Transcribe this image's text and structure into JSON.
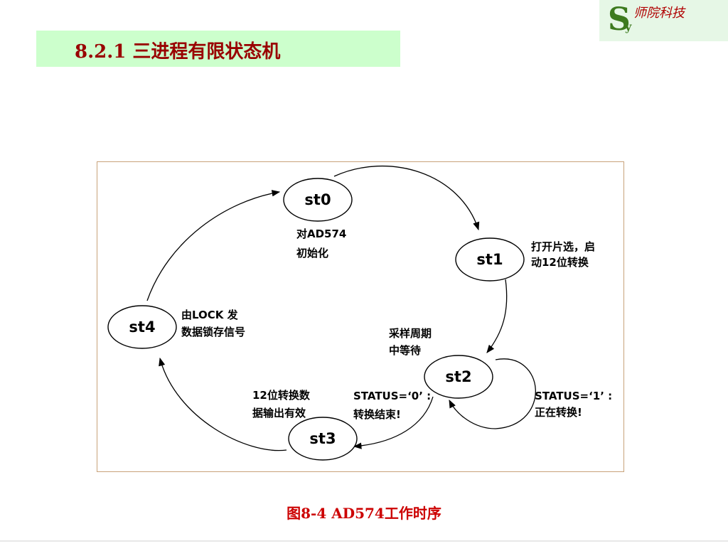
{
  "logo": {
    "letter_s": "S",
    "letter_y": "y",
    "text": "师院科技",
    "color": "#3d7a1e",
    "text_color": "#b00000"
  },
  "title": {
    "text": "8.2.1  三进程有限状态机",
    "band_color": "#ccffcc",
    "text_color": "#990000"
  },
  "diagram": {
    "states": [
      {
        "id": "st0",
        "label": "st0"
      },
      {
        "id": "st1",
        "label": "st1"
      },
      {
        "id": "st2",
        "label": "st2"
      },
      {
        "id": "st3",
        "label": "st3"
      },
      {
        "id": "st4",
        "label": "st4"
      }
    ],
    "annotations": {
      "st0_line1": "对AD574",
      "st0_line2": "初始化",
      "st1_line1": "打开片选，启",
      "st1_line2": "动12位转换",
      "st2_line1": "采样周期",
      "st2_line2": "中等待",
      "st3_line1": "12位转换数",
      "st3_line2": "据输出有效",
      "st4_line1": "由LOCK 发",
      "st4_line2": "数据锁存信号",
      "status0_line1": "STATUS=‘0’ :",
      "status0_line2": "转换结束!",
      "status1_line1": "STATUS=‘1’ :",
      "status1_line2": "正在转换!"
    },
    "frame_color": "#c8a27a"
  },
  "caption": {
    "text": "图8-4  AD574工作时序",
    "color": "#cc0000"
  }
}
